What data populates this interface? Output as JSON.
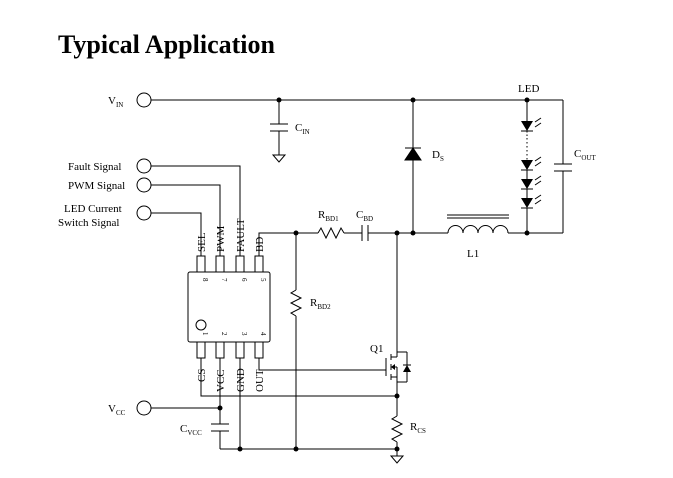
{
  "title": "Typical Application",
  "labels": {
    "vin": "V",
    "vin_sub": "IN",
    "cin": "C",
    "cin_sub": "IN",
    "ds": "D",
    "ds_sub": "S",
    "led": "LED",
    "cout": "C",
    "cout_sub": "OUT",
    "fault_signal": "Fault Signal",
    "pwm_signal": "PWM Signal",
    "led_current_1": "LED Current",
    "led_current_2": "Switch Signal",
    "rbd1": "R",
    "rbd1_sub": "BD1",
    "cbd": "C",
    "cbd_sub": "BD",
    "l1": "L1",
    "rbd2": "R",
    "rbd2_sub": "BD2",
    "q1": "Q1",
    "vcc": "V",
    "vcc_sub": "CC",
    "cvcc": "C",
    "cvcc_sub": "VCC",
    "rcs": "R",
    "rcs_sub": "CS"
  },
  "ic": {
    "top_pins": [
      {
        "name": "SEL",
        "num": "8"
      },
      {
        "name": "PWM",
        "num": "7"
      },
      {
        "name": "FAULT",
        "num": "6"
      },
      {
        "name": "BD",
        "num": "5"
      }
    ],
    "bottom_pins": [
      {
        "name": "CS",
        "num": "1"
      },
      {
        "name": "VCC",
        "num": "2"
      },
      {
        "name": "GND",
        "num": "3"
      },
      {
        "name": "OUT",
        "num": "4"
      }
    ]
  }
}
